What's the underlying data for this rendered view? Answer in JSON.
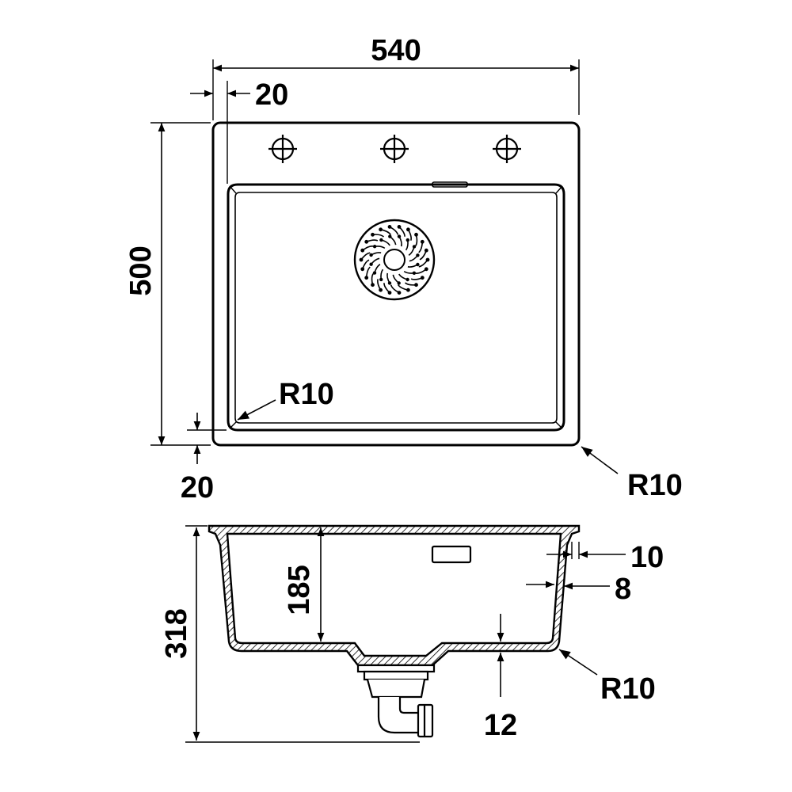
{
  "top_view": {
    "width_label": "540",
    "height_label": "500",
    "left_margin_label": "20",
    "bottom_margin_label": "20",
    "inner_radius_label": "R10",
    "outer_radius_label": "R10"
  },
  "section_view": {
    "total_height_label": "318",
    "bowl_depth_label": "185",
    "rim_label": "10",
    "wall_label": "8",
    "floor_label": "12",
    "corner_radius_label": "R10"
  },
  "colors": {
    "line": "#000000",
    "background": "#ffffff"
  }
}
